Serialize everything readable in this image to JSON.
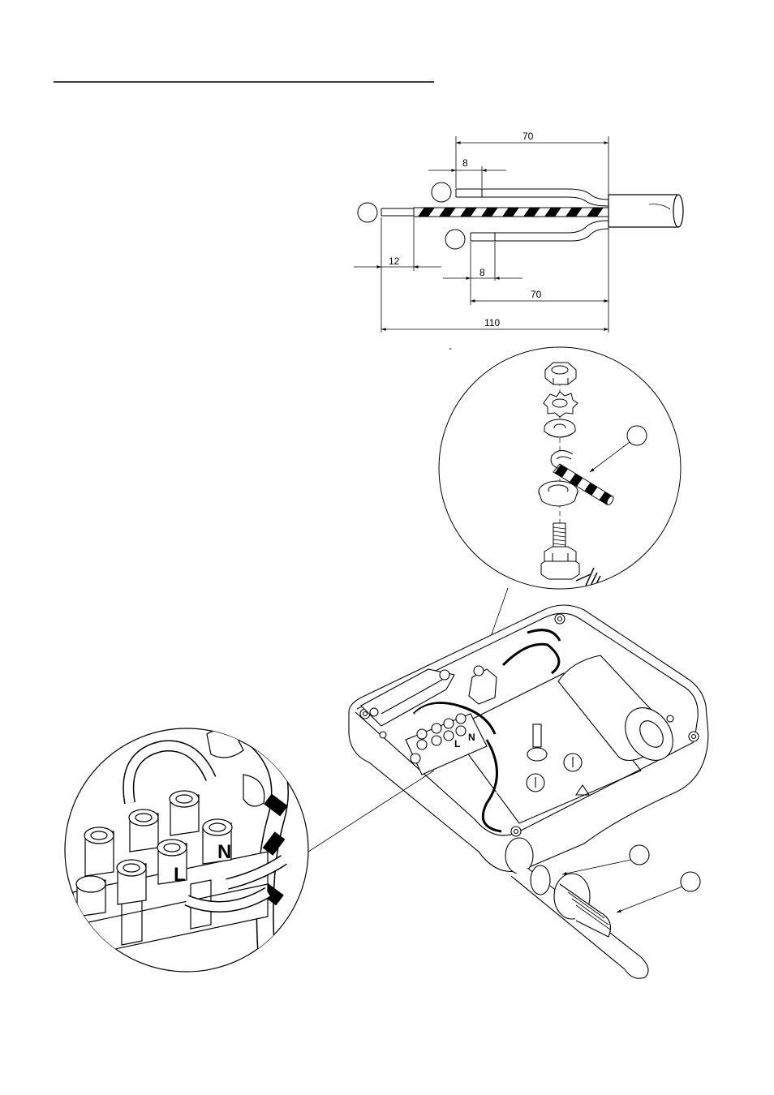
{
  "cable_prep": {
    "dims": {
      "top_strip_total": "70",
      "top_strip_bare": "8",
      "earth_bare": "12",
      "bottom_strip_bare": "8",
      "bottom_strip_total": "70",
      "overall": "110"
    },
    "center_mark": "-"
  },
  "zoom_terminals": {
    "live_label": "L",
    "neutral_label": "N"
  },
  "housing": {
    "live_label": "L",
    "neutral_label": "N"
  },
  "colors": {
    "ink": "#000000",
    "paper": "#ffffff"
  }
}
